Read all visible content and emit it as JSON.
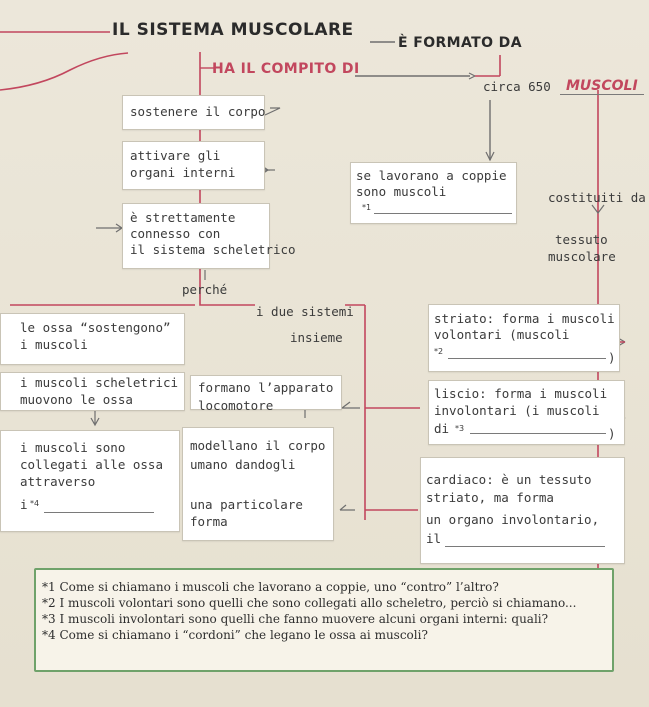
{
  "header": {
    "title": "IL SISTEMA MUSCOLARE",
    "has_task": "HA IL COMPITO DI",
    "made_of": "È FORMATO DA",
    "count": "circa 650",
    "count_handwritten": "MUSCOLI"
  },
  "left": {
    "sostenere": "sostenere il corpo",
    "attivare_1": "attivare gli",
    "attivare_2": "organi interni",
    "connesso_1": "è strettamente",
    "connesso_2": "connesso con",
    "connesso_3": "il sistema scheletrico",
    "perche": "perché",
    "due_sistemi": "i due sistemi",
    "insieme": "insieme",
    "ossa_1": "le ossa “sostengono”",
    "ossa_2": "i muscoli",
    "muovono_1": "i muscoli scheletrici",
    "muovono_2": "muovono le ossa",
    "formano_1": "formano l’apparato",
    "formano_2": "locomotore",
    "collegati_1": "i muscoli sono",
    "collegati_2": "collegati alle ossa",
    "collegati_3": "attraverso",
    "collegati_4": "i",
    "collegati_mark": "*4",
    "modellano_1": "modellano il corpo",
    "modellano_2": "umano dandogli",
    "modellano_3": "una particolare",
    "modellano_4": "forma"
  },
  "right": {
    "coppie_1": "se lavorano a coppie",
    "coppie_2": "sono muscoli",
    "coppie_mark": "*1",
    "costituiti": "costituiti da",
    "tessuto_1": "tessuto",
    "tessuto_2": "muscolare",
    "striato_1": "striato: forma i muscoli",
    "striato_2": "volontari (muscoli",
    "striato_mark": "*2",
    "striato_close": ")",
    "liscio_1": "liscio: forma i muscoli",
    "liscio_2": "involontari (i muscoli",
    "liscio_3": "di",
    "liscio_mark": "*3",
    "liscio_close": ")",
    "cardiaco_1": "cardiaco: è un tessuto",
    "cardiaco_2": "striato, ma forma",
    "cardiaco_3": "un organo involontario,",
    "cardiaco_4": "il"
  },
  "notes": [
    "*1 Come si chiamano i muscoli che lavorano a coppie, uno “contro” l’altro?",
    "*2 I muscoli volontari sono quelli che sono collegati allo scheletro, perciò si chiamano...",
    "*3 I muscoli involontari sono quelli che fanno muovere alcuni organi interni: quali?",
    "*4 Come si chiamano i “cordoni” che legano le ossa ai muscoli?"
  ],
  "colors": {
    "red_line": "#c2475e",
    "gray_line": "#6f6f6f",
    "note_border": "#6fa26a",
    "box_fill": "#ffffff"
  }
}
